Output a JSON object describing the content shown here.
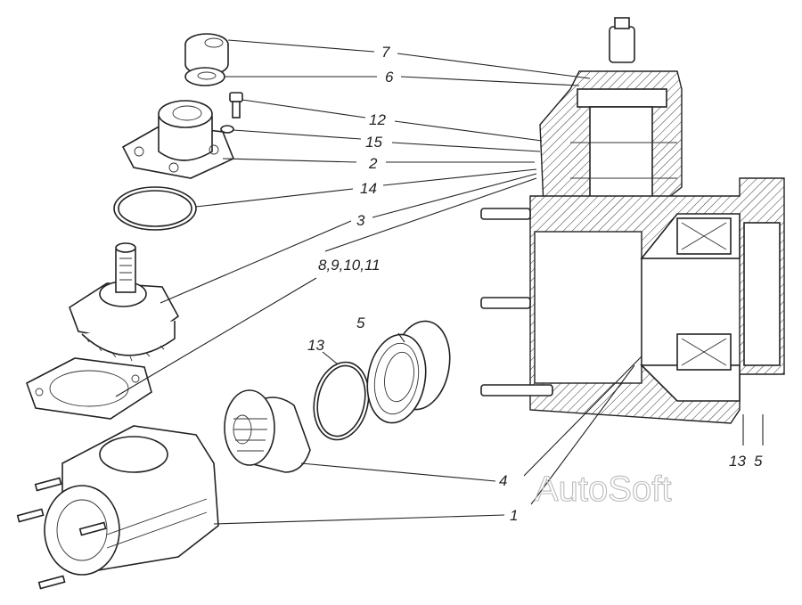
{
  "diagram": {
    "type": "exploded-assembly",
    "watermark": "AutoSoft",
    "callouts": [
      {
        "id": "c7",
        "text": "7"
      },
      {
        "id": "c6",
        "text": "6"
      },
      {
        "id": "c12",
        "text": "12"
      },
      {
        "id": "c15",
        "text": "15"
      },
      {
        "id": "c2",
        "text": "2"
      },
      {
        "id": "c14",
        "text": "14"
      },
      {
        "id": "c3",
        "text": "3"
      },
      {
        "id": "c8_11",
        "text": "8,9,10,11"
      },
      {
        "id": "c13a",
        "text": "13"
      },
      {
        "id": "c5a",
        "text": "5"
      },
      {
        "id": "c4",
        "text": "4"
      },
      {
        "id": "c1",
        "text": "1"
      },
      {
        "id": "c13b",
        "text": "13"
      },
      {
        "id": "c5b",
        "text": "5"
      }
    ]
  }
}
